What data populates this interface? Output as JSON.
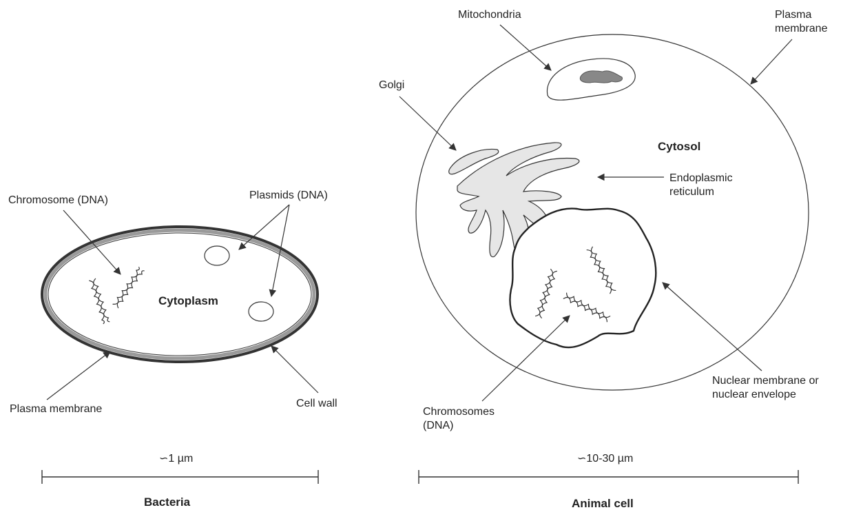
{
  "bacteria": {
    "title": "Bacteria",
    "scale": "∽1 µm",
    "cytoplasm": "Cytoplasm",
    "chromosome_label": "Chromosome (DNA)",
    "plasmids_label": "Plasmids (DNA)",
    "plasma_membrane_label": "Plasma membrane",
    "cell_wall_label": "Cell wall"
  },
  "animal": {
    "title": "Animal cell",
    "scale": "∽10-30 µm",
    "cytosol": "Cytosol",
    "mitochondria_label": "Mitochondria",
    "plasma_membrane_label_1": "Plasma",
    "plasma_membrane_label_2": "membrane",
    "golgi_label": "Golgi",
    "er_label_1": "Endoplasmic",
    "er_label_2": "reticulum",
    "nuclear_label_1": "Nuclear membrane or",
    "nuclear_label_2": "nuclear envelope",
    "chromosomes_label_1": "Chromosomes",
    "chromosomes_label_2": "(DNA)"
  },
  "colors": {
    "line": "#333333",
    "organelle_fill": "#e6e6e6",
    "membrane_gray": "#9a9a9a",
    "mito_inner": "#888888"
  }
}
